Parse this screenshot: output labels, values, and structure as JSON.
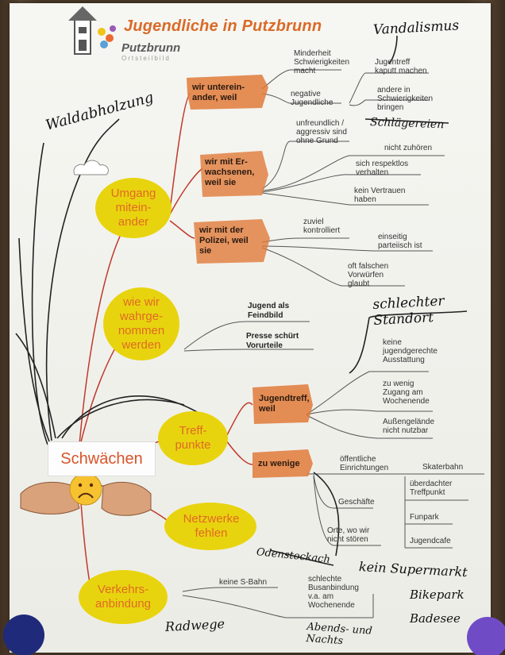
{
  "title": "Jugendliche in Putzbrunn",
  "logo": {
    "name": "Putzbrunn",
    "subtitle": "Ortsteilbild"
  },
  "center": "Schwächen",
  "categories": {
    "umgang": "Umgang\nmitein-\nander",
    "wahrgenommen": "wie wir\nwahrge-\nnommen\nwerden",
    "treffpunkte": "Treff-\npunkte",
    "netzwerke": "Netzwerke\nfehlen",
    "verkehr": "Verkehrs-\nanbindung"
  },
  "sub_branches": {
    "untereinander": "wir unterein-\nander, weil",
    "erwachsene": "wir mit Er-\nwachsenen,\nweil sie",
    "polizei": "wir mit der\nPolizei, weil\nsie",
    "jugendtreff": "Jugendtreff,\nweil",
    "zu_wenige": "zu wenige"
  },
  "labels": {
    "minderheit": "Minderheit\nSchwierigkeiten\nmacht",
    "negative": "negative\nJugendliche",
    "jugentreff_kaputt": "Jugentreff\nkaputt machen",
    "andere": "andere in\nSchwierigkeiten\nbringen",
    "unfreundlich": "unfreundlich /\naggressiv sind\nohne Grund",
    "nicht_zuhoeren": "nicht zuhören",
    "respektlos": "sich respektlos\nverhalten",
    "kein_vertrauen": "kein Vertrauen\nhaben",
    "zuviel": "zuviel\nkontrolliert",
    "einseitig": "einseitig\nparteiisch ist",
    "oft_falschen": "oft falschen\nVorwürfen\nglaubt",
    "jugend_feindbild": "Jugend als\nFeindbild",
    "presse": "Presse schürt\nVorurteile",
    "keine_ausstattung": "keine\njugendgerechte\nAusstattung",
    "zu_wenig_zugang": "zu wenig\nZugang am\nWochenende",
    "aussengelaende": "Außengelände\nnicht nutzbar",
    "oeffentliche": "öffentliche\nEinrichtungen",
    "skaterbahn": "Skaterbahn",
    "ueberdachter": "überdachter\nTreffpunkt",
    "funpark": "Funpark",
    "jugendcafe": "Jugendcafe",
    "geschaefte": "Geschäfte",
    "orte": "Orte, wo wir\nnicht stören",
    "keine_sbahn": "keine S-Bahn",
    "schlechte_bus": "schlechte\nBusanbindung\nv.a. am\nWochenende"
  },
  "handwriting": {
    "vandalismus": "Vandalismus",
    "schlaegereien": "Schlägereien",
    "waldabholzung": "Waldabholzung",
    "schlechter_standort": "schlechter Standort",
    "odenstockach": "Odenstockach",
    "kein_supermarkt": "kein Supermarkt",
    "bikepark": "Bikepark",
    "badesee": "Badesee",
    "radwege": "Radwege",
    "abends": "Abends- und Nachts"
  },
  "colors": {
    "accent": "#e06a25",
    "bubble": "#e8d40e",
    "sub_blob": "#e07a3a",
    "line_red": "#c0392b"
  }
}
